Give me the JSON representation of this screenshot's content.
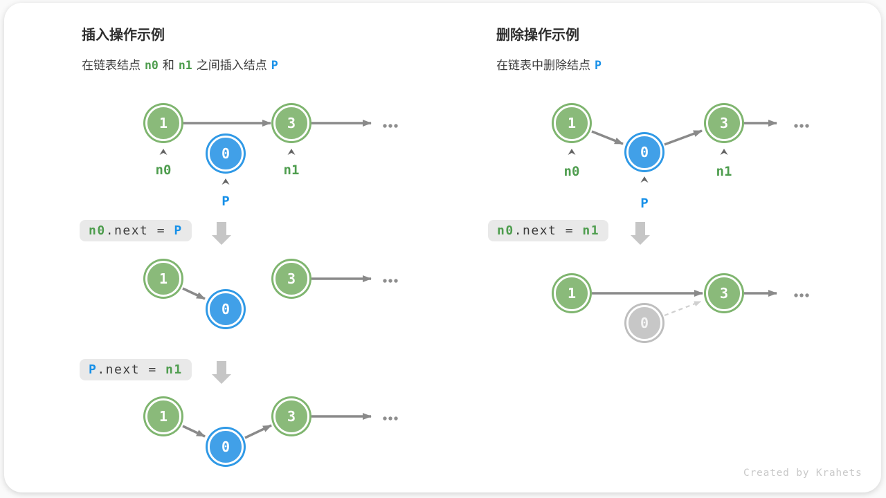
{
  "left": {
    "title": "插入操作示例",
    "subtitle": [
      {
        "text": "在链表结点",
        "style": "plain"
      },
      {
        "text": "n0",
        "style": "green-code"
      },
      {
        "text": "和",
        "style": "plain"
      },
      {
        "text": "n1",
        "style": "green-code"
      },
      {
        "text": "之间插入结点",
        "style": "plain"
      },
      {
        "text": "P",
        "style": "blue-code"
      }
    ],
    "node_values": {
      "n0": "1",
      "p": "0",
      "n1": "3"
    },
    "pointer_labels": {
      "n0": "n0",
      "p": "P",
      "n1": "n1"
    },
    "code_steps": [
      {
        "tokens": [
          {
            "text": "n0",
            "style": "green"
          },
          {
            "text": ".next = ",
            "style": "plain"
          },
          {
            "text": "P",
            "style": "blue"
          }
        ]
      },
      {
        "tokens": [
          {
            "text": "P",
            "style": "blue"
          },
          {
            "text": ".next = ",
            "style": "plain"
          },
          {
            "text": "n1",
            "style": "green"
          }
        ]
      }
    ]
  },
  "right": {
    "title": "删除操作示例",
    "subtitle": [
      {
        "text": "在链表中删除结点",
        "style": "plain"
      },
      {
        "text": "P",
        "style": "blue-code"
      }
    ],
    "node_values": {
      "n0": "1",
      "p": "0",
      "n1": "3"
    },
    "pointer_labels": {
      "n0": "n0",
      "p": "P",
      "n1": "n1"
    },
    "code_steps": [
      {
        "tokens": [
          {
            "text": "n0",
            "style": "green"
          },
          {
            "text": ".next = ",
            "style": "plain"
          },
          {
            "text": "n1",
            "style": "green"
          }
        ]
      }
    ]
  },
  "credit": "Created by Krahets",
  "icons": {
    "next_pointer_caret": "^",
    "ellipsis": "...",
    "step_arrow_down": "↓"
  },
  "colors": {
    "node_green_fill": "#8aba7a",
    "node_green_ring": "#7fb56f",
    "node_blue_fill": "#41a0e8",
    "node_blue_ring": "#2f99e6",
    "node_gray_fill": "#c7c7c7",
    "text_green": "#4e9d4e",
    "text_blue": "#1790e8",
    "arrow_gray": "#8a8a8a",
    "block_arrow_gray": "#c6c6c6",
    "code_box_bg": "#e9e9e9",
    "dashed_arrow_gray": "#d0d0d0",
    "credit_gray": "#c9c9c9"
  }
}
